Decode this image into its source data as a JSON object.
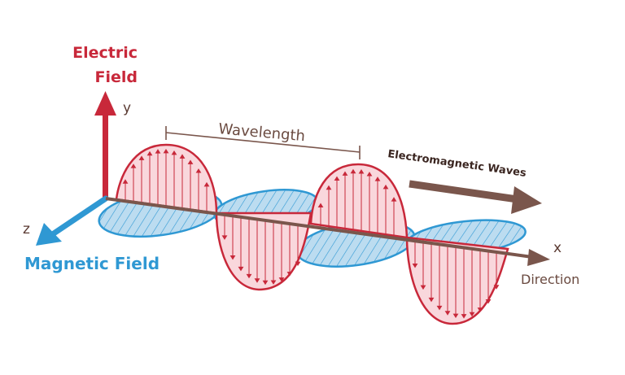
{
  "labels": {
    "electric_line1": "Electric",
    "electric_line2": "Field",
    "y_axis": "y",
    "z_axis": "z",
    "x_axis": "x",
    "magnetic_field": "Magnetic Field",
    "wavelength": "Wavelength",
    "em_waves": "Electromagnetic Waves",
    "direction": "Direction"
  },
  "colors": {
    "electric": "#c8283a",
    "electric_fill": "#f9d7dc",
    "magnetic": "#2f98d3",
    "magnetic_fill": "#bcdcf0",
    "axis_brown": "#7a564c",
    "text_brown": "#5a3a32"
  }
}
